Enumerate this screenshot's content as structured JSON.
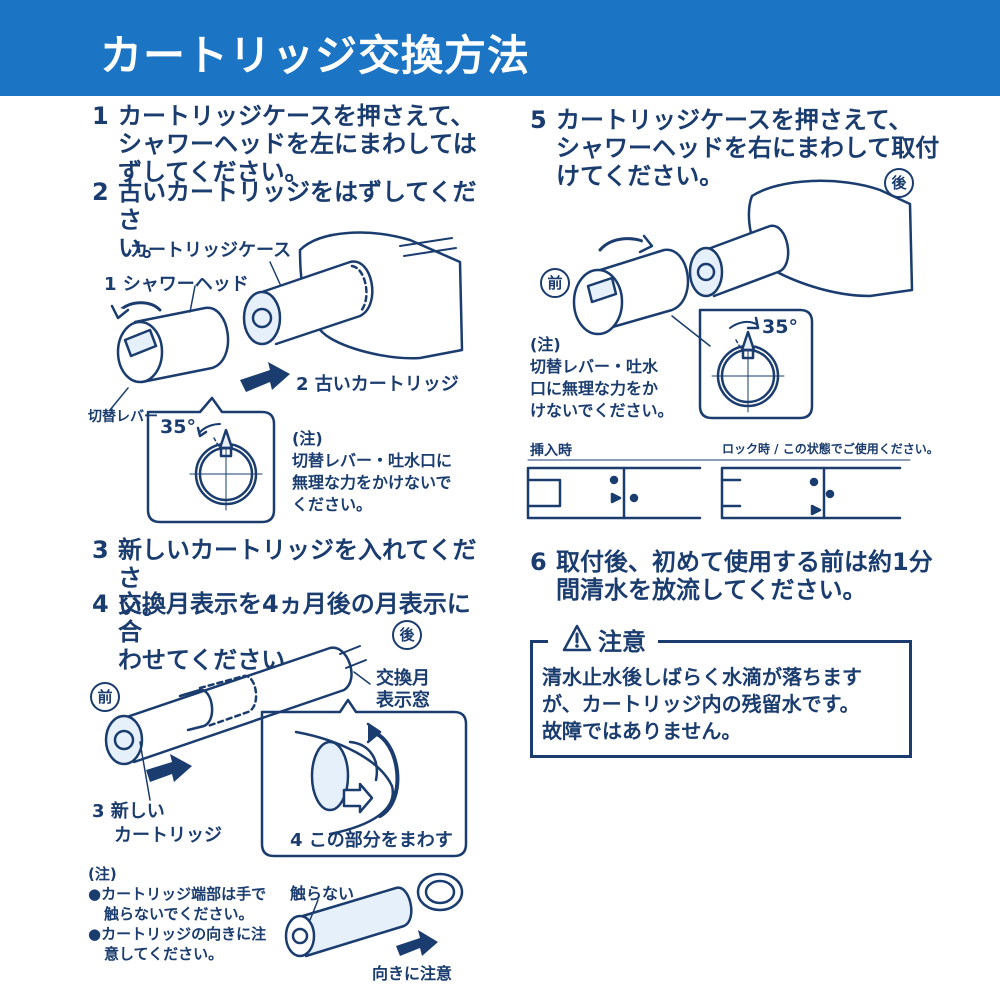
{
  "title": "カートリッジ交換方法",
  "steps": {
    "s1": {
      "num": "1",
      "lines": [
        "カートリッジケースを押さえて、",
        "シャワーヘッドを左にまわしては",
        "ずしてください。"
      ]
    },
    "s2": {
      "num": "2",
      "lines": [
        "古いカートリッジをはずしてくださ",
        "い。"
      ]
    },
    "s3": {
      "num": "3",
      "lines": [
        "新しいカートリッジを入れてくださ",
        "い。"
      ]
    },
    "s4": {
      "num": "4",
      "lines": [
        "交換月表示を4ヵ月後の月表示に合",
        "わせてください。"
      ]
    },
    "s5": {
      "num": "5",
      "lines": [
        "カートリッジケースを押さえて、",
        "シャワーヘッドを右にまわして取付",
        "けてください。"
      ]
    },
    "s6": {
      "num": "6",
      "lines": [
        "取付後、初めて使用する前は約1分",
        "間清水を放流してください。"
      ]
    }
  },
  "fig1": {
    "cartridge_case": "カートリッジケース",
    "shower_head": "1 シャワーヘッド",
    "old_cartridge": "2 古いカートリッジ",
    "lever": "切替レバー",
    "angle": "35°",
    "note_head": "(注)",
    "note_lines": [
      "切替レバー・吐水口に",
      "無理な力をかけないで",
      "ください。"
    ]
  },
  "fig2": {
    "back": "後",
    "front": "前",
    "window": [
      "交換月",
      "表示窓"
    ],
    "new_cartridge": [
      "3 新しい",
      "カートリッジ"
    ],
    "rotate_part": "4 この部分をまわす",
    "note_head": "(注)",
    "bullets": [
      [
        "●カートリッジ端部は手で",
        "触らないでください。"
      ],
      [
        "●カートリッジの向きに注",
        "意してください。"
      ]
    ],
    "no_touch": "触らない",
    "direction": "向きに注意"
  },
  "fig3": {
    "back": "後",
    "front": "前",
    "angle": "35°",
    "note_head": "(注)",
    "note_lines": [
      "切替レバー・吐水",
      "口に無理な力をか",
      "けないでください。"
    ],
    "insert": "挿入時",
    "lock": "ロック時 / この状態でご使用ください。"
  },
  "caution": {
    "title": "注意",
    "lines": [
      "清水止水後しばらく水滴が落ちます",
      "が、カートリッジ内の残留水です。",
      "故障ではありません。"
    ]
  },
  "colors": {
    "banner": "#1c74c5",
    "text": "#1a3c6e",
    "fill_light": "#e6f0fa"
  }
}
